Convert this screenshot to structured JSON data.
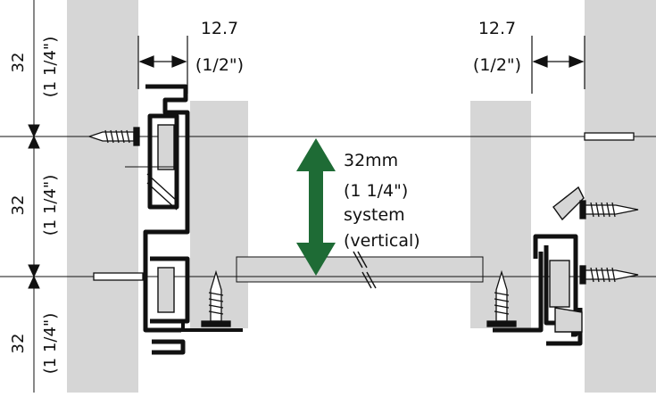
{
  "dimensions": {
    "left_gap_mm": "12.7",
    "left_gap_in": "(1/2\")",
    "right_gap_mm": "12.7",
    "right_gap_in": "(1/2\")",
    "pitch_mm": "32",
    "pitch_in": "(1 1/4\")"
  },
  "system_label": {
    "line1": "32mm",
    "line2": "(1 1/4\")",
    "line3": "system",
    "line4": "(vertical)"
  },
  "colors": {
    "panel": "#d6d6d6",
    "arrow": "#1e6b35",
    "line": "#111111"
  }
}
